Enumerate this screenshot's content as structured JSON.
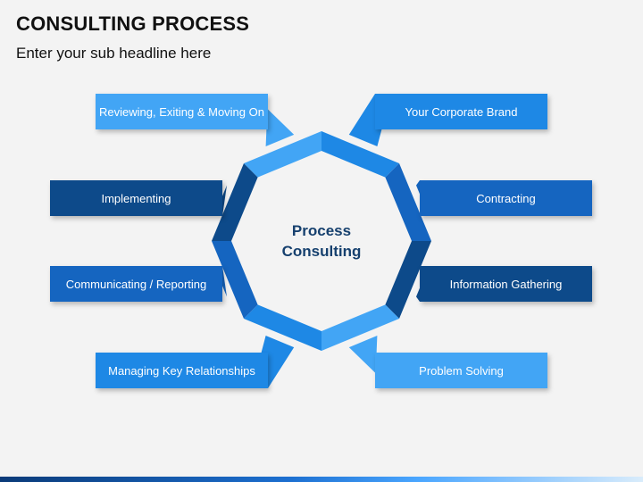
{
  "header": {
    "title": "CONSULTING PROCESS",
    "subtitle": "Enter your sub headline here"
  },
  "center": {
    "line1": "Process",
    "line2": "Consulting"
  },
  "steps": [
    {
      "label": "Reviewing, Exiting & Moving On",
      "color": "#42a5f5"
    },
    {
      "label": "Your Corporate Brand",
      "color": "#1e88e5"
    },
    {
      "label": "Contracting",
      "color": "#1565c0"
    },
    {
      "label": "Information Gathering",
      "color": "#0d4a8a"
    },
    {
      "label": "Problem Solving",
      "color": "#42a5f5"
    },
    {
      "label": "Managing Key Relationships",
      "color": "#1e88e5"
    },
    {
      "label": "Communicating / Reporting",
      "color": "#1565c0"
    },
    {
      "label": "Implementing",
      "color": "#0d4a8a"
    }
  ]
}
